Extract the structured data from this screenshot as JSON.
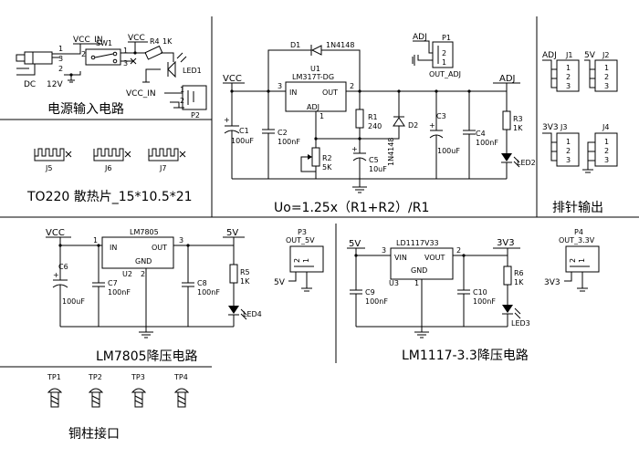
{
  "sections": {
    "power_input": "电源输入电路",
    "heatsink": "TO220 散热片_15*10.5*21",
    "formula": "Uo=1.25x（R1+R2）/R1",
    "header_out": "排针输出",
    "lm7805": "LM7805降压电路",
    "lm1117": "LM1117-3.3降压电路",
    "standoff": "铜柱接口"
  },
  "nets": {
    "vcc": "VCC",
    "vcc_in": "VCC_IN",
    "adj": "ADJ",
    "v5": "5V",
    "v3": "3V3"
  },
  "power_input": {
    "dc_label": "DC",
    "dc_voltage": "12V",
    "sw_ref": "SW1",
    "r4_ref": "R4",
    "r4_val": "1K",
    "led1_ref": "LED1",
    "p2_ref": "P2",
    "pins": {
      "j1": "1",
      "j2": "2",
      "j3": "3",
      "s2": "2",
      "s1": "1",
      "s3": "3",
      "p1": "1",
      "p2": "2"
    }
  },
  "heatsinks": [
    "J5",
    "J6",
    "J7"
  ],
  "adj_reg": {
    "d1_ref": "D1",
    "d1_val": "1N4148",
    "u1_ref": "U1",
    "u1_val": "LM317T-DG",
    "pin_in": "IN",
    "pin_out": "OUT",
    "pin_adj": "ADJ",
    "pin_num_in": "3",
    "pin_num_out": "2",
    "pin_num_adj": "1",
    "p1_ref": "P1",
    "p1_val": "OUT_ADJ",
    "p1_pin1": "1",
    "p1_pin2": "2",
    "c1_ref": "C1",
    "c1_val": "100uF",
    "c2_ref": "C2",
    "c2_val": "100nF",
    "r1_ref": "R1",
    "r1_val": "240",
    "d2_ref": "D2",
    "d2_val": "1N4148",
    "c3_ref": "C3",
    "c3_val": "100uF",
    "c4_ref": "C4",
    "c4_val": "100nF",
    "r3_ref": "R3",
    "r3_val": "1K",
    "led2_ref": "LED2",
    "r2_ref": "R2",
    "r2_val": "5K",
    "c5_ref": "C5",
    "c5_val": "10uF",
    "plus": "+"
  },
  "headers": {
    "j1_ref": "J1",
    "j2_ref": "J2",
    "j3_ref": "J3",
    "j4_ref": "J4",
    "pins": [
      "1",
      "2",
      "3"
    ]
  },
  "lm7805": {
    "u_ref": "U2",
    "u_val": "LM7805",
    "pin_in": "IN",
    "pin_out": "OUT",
    "pin_gnd": "GND",
    "pin_num_in": "1",
    "pin_num_out": "3",
    "pin_num_gnd": "2",
    "c6_ref": "C6",
    "c6_val": "100uF",
    "c7_ref": "C7",
    "c7_val": "100nF",
    "c8_ref": "C8",
    "c8_val": "100nF",
    "r5_ref": "R5",
    "r5_val": "1K",
    "led4_ref": "LED4",
    "p3_ref": "P3",
    "p3_val": "OUT_5V",
    "p3_pin1": "1",
    "p3_pin2": "2"
  },
  "lm1117": {
    "u_ref": "U3",
    "u_val": "LD1117V33",
    "pin_in": "VIN",
    "pin_out": "VOUT",
    "pin_gnd": "GND",
    "pin_num_in": "3",
    "pin_num_out": "2",
    "pin_num_gnd": "1",
    "c9_ref": "C9",
    "c9_val": "100nF",
    "c10_ref": "C10",
    "c10_val": "100nF",
    "r6_ref": "R6",
    "r6_val": "1K",
    "led3_ref": "LED3",
    "p4_ref": "P4",
    "p4_val": "OUT_3.3V",
    "p4_pin1": "1",
    "p4_pin2": "2"
  },
  "testpoints": [
    "TP1",
    "TP2",
    "TP3",
    "TP4"
  ]
}
